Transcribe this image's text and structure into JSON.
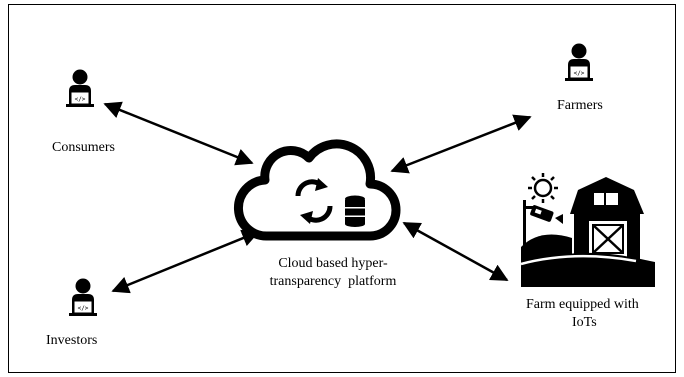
{
  "nodes": {
    "consumers": {
      "label": "Consumers",
      "icon": "person-laptop-icon"
    },
    "investors": {
      "label": "Investors",
      "icon": "person-laptop-icon"
    },
    "farmers": {
      "label": "Farmers",
      "icon": "person-laptop-icon"
    },
    "platform": {
      "label_line1": "Cloud based hyper-",
      "label_line2": "transparency  platform",
      "icon": "cloud-sync-database-icon"
    },
    "farm": {
      "label_line1": "Farm equipped with",
      "label_line2": "IoTs",
      "icon": "farm-barn-sun-camera-icon"
    }
  },
  "colors": {
    "stroke": "#000000",
    "background": "#ffffff"
  }
}
